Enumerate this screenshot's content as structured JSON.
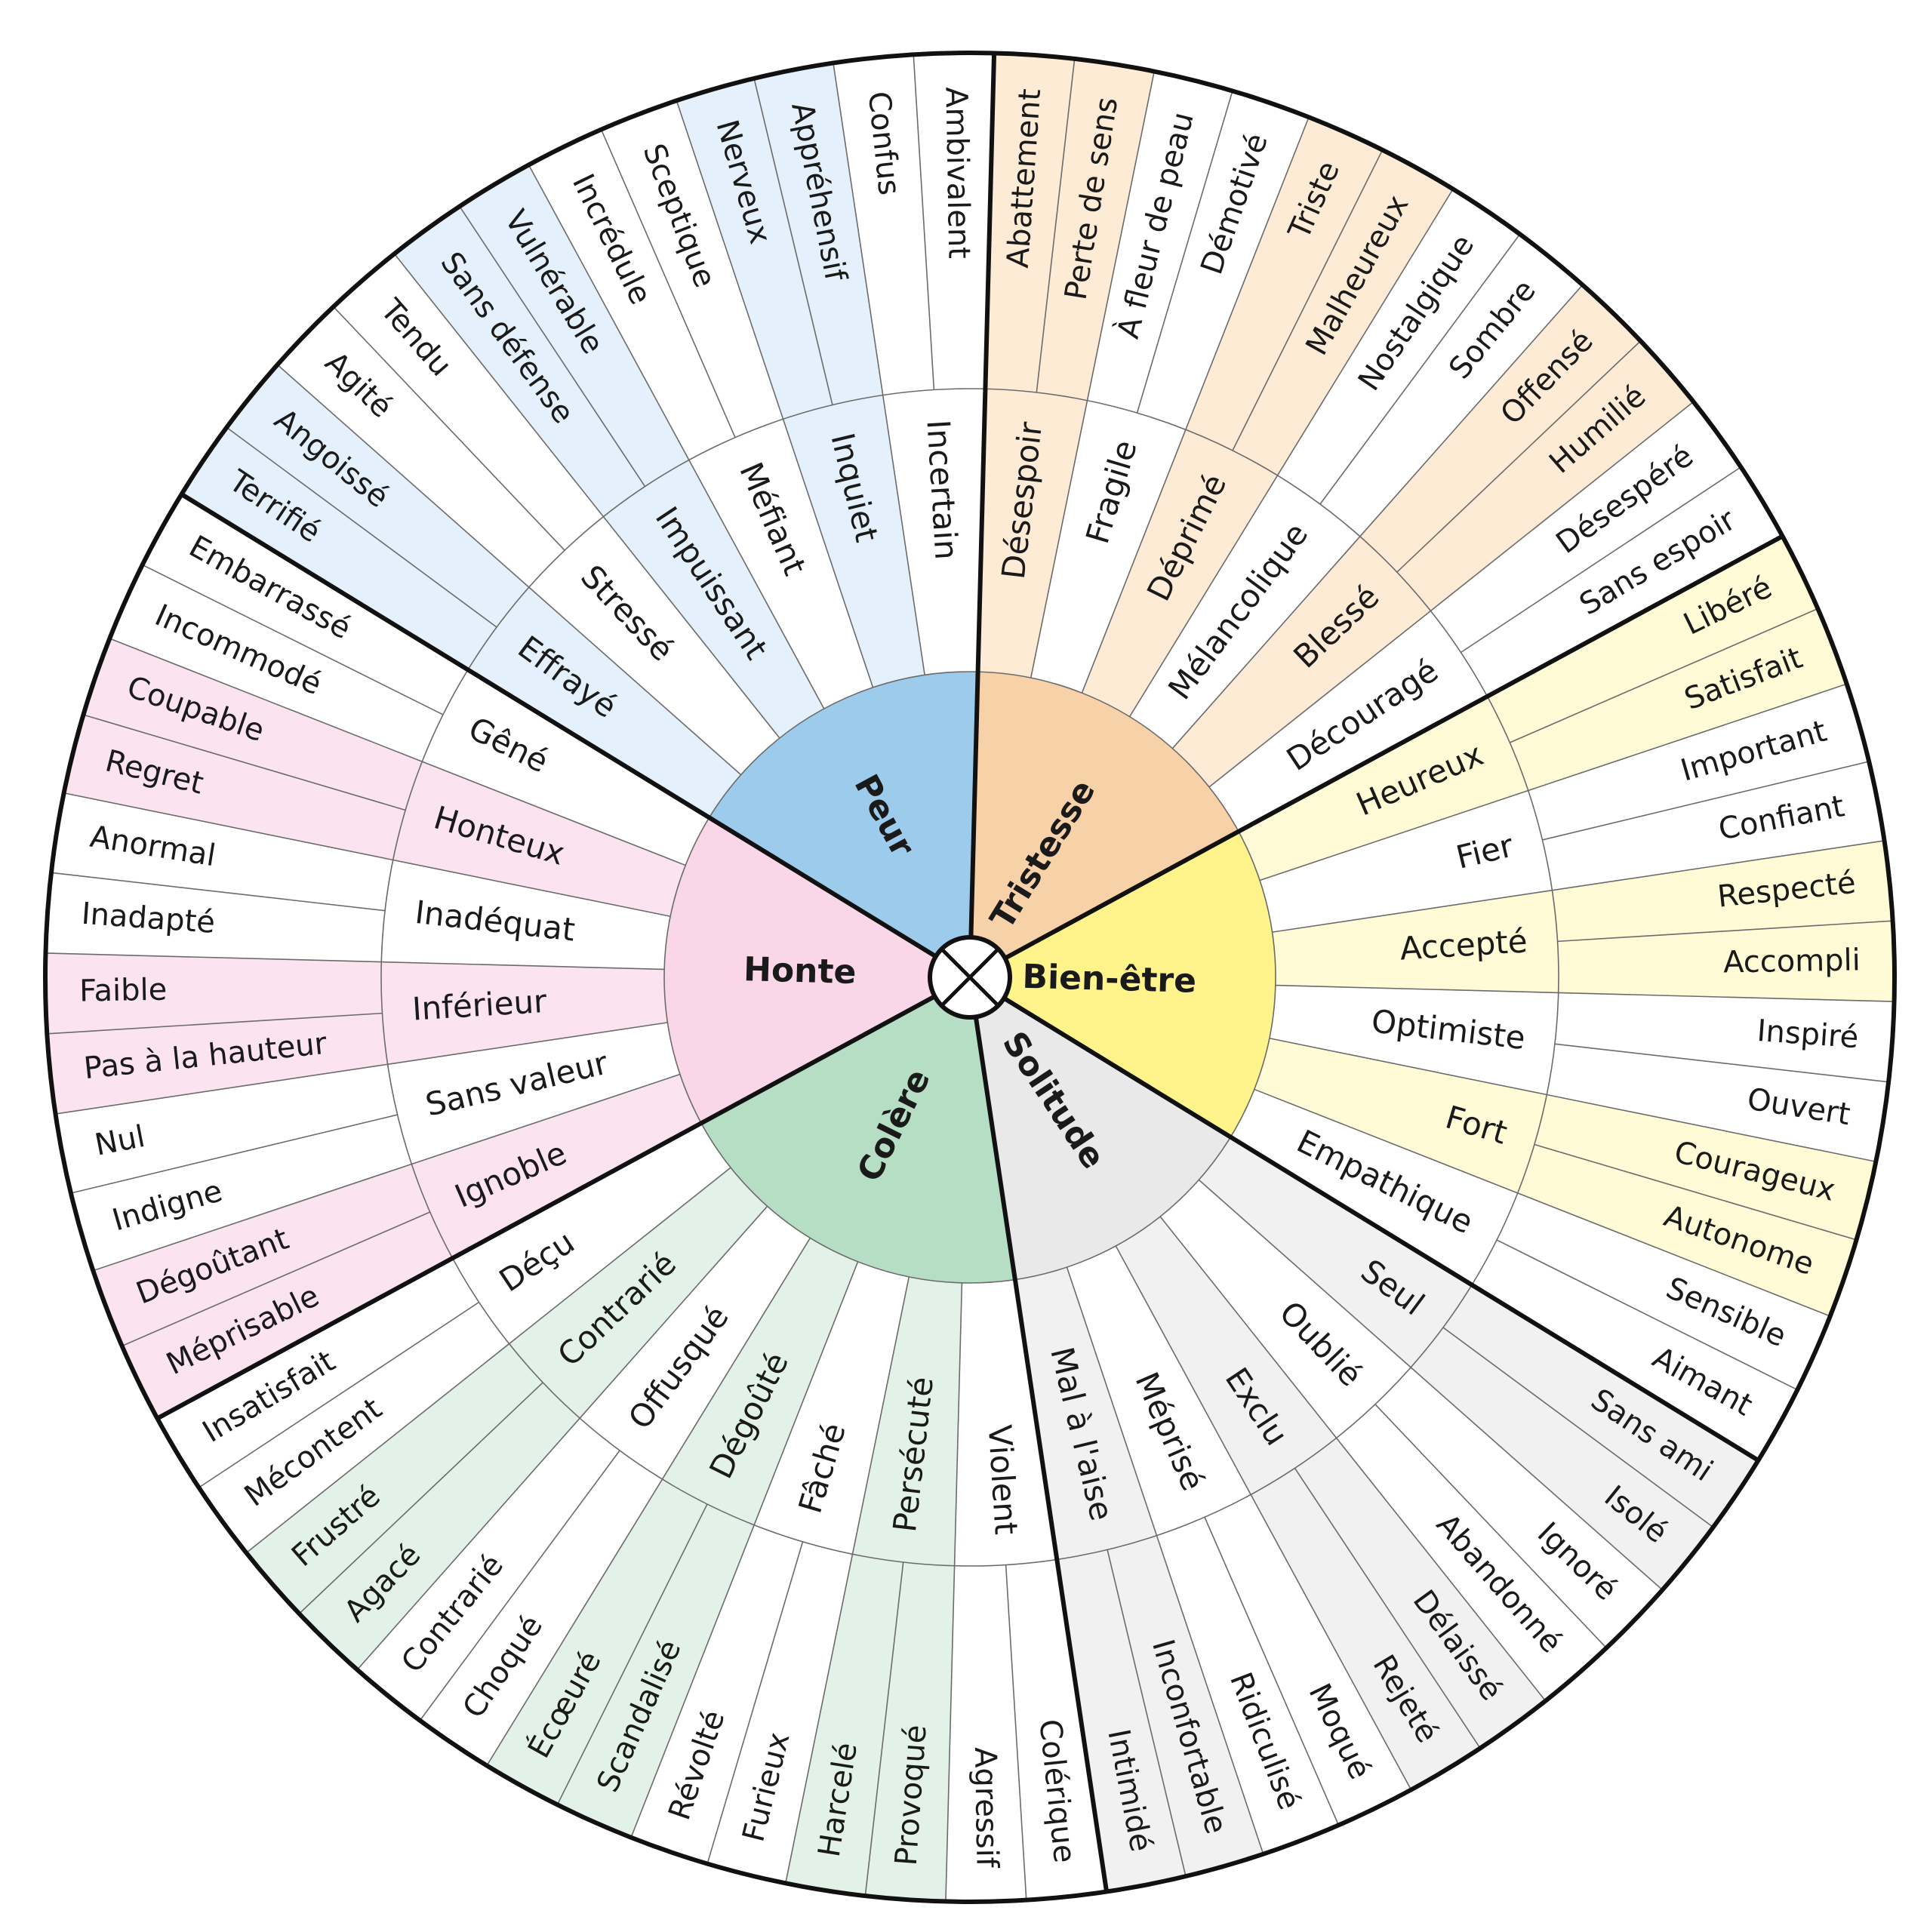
{
  "wheel": {
    "center_symbol": "circle-cross",
    "emotions": [
      {
        "name": "Peur",
        "color": "#9dcbec",
        "light": "#e4f0fb",
        "middle": [
          {
            "label": "Effrayé",
            "shaded": true,
            "outer": [
              {
                "label": "Terrifié",
                "shaded": true
              },
              {
                "label": "Angoissé",
                "shaded": true
              }
            ]
          },
          {
            "label": "Stressé",
            "shaded": false,
            "outer": [
              {
                "label": "Agité",
                "shaded": false
              },
              {
                "label": "Tendu",
                "shaded": false
              }
            ]
          },
          {
            "label": "Impuissant",
            "shaded": true,
            "outer": [
              {
                "label": "Sans défense",
                "shaded": true
              },
              {
                "label": "Vulnérable",
                "shaded": true
              }
            ]
          },
          {
            "label": "Méfiant",
            "shaded": false,
            "outer": [
              {
                "label": "Incrédule",
                "shaded": false
              },
              {
                "label": "Sceptique",
                "shaded": false
              }
            ]
          },
          {
            "label": "Inquiet",
            "shaded": true,
            "outer": [
              {
                "label": "Nerveux",
                "shaded": true
              },
              {
                "label": "Appréhensif",
                "shaded": true
              }
            ]
          },
          {
            "label": "Incertain",
            "shaded": false,
            "outer": [
              {
                "label": "Confus",
                "shaded": false
              },
              {
                "label": "Ambivalent",
                "shaded": false
              }
            ]
          }
        ]
      },
      {
        "name": "Tristesse",
        "color": "#f7d1a8",
        "light": "#fdebd6",
        "middle": [
          {
            "label": "Désespoir",
            "shaded": true,
            "outer": [
              {
                "label": "Abattement",
                "shaded": true
              },
              {
                "label": "Perte de sens",
                "shaded": true
              }
            ]
          },
          {
            "label": "Fragile",
            "shaded": false,
            "outer": [
              {
                "label": "À fleur de peau",
                "shaded": false
              },
              {
                "label": "Démotivé",
                "shaded": false
              }
            ]
          },
          {
            "label": "Déprimé",
            "shaded": true,
            "outer": [
              {
                "label": "Triste",
                "shaded": true
              },
              {
                "label": "Malheureux",
                "shaded": true
              }
            ]
          },
          {
            "label": "Mélancolique",
            "shaded": false,
            "outer": [
              {
                "label": "Nostalgique",
                "shaded": false
              },
              {
                "label": "Sombre",
                "shaded": false
              }
            ]
          },
          {
            "label": "Blessé",
            "shaded": true,
            "outer": [
              {
                "label": "Offensé",
                "shaded": true
              },
              {
                "label": "Humilié",
                "shaded": true
              }
            ]
          },
          {
            "label": "Découragé",
            "shaded": false,
            "outer": [
              {
                "label": "Désespéré",
                "shaded": false
              },
              {
                "label": "Sans espoir",
                "shaded": false
              }
            ]
          }
        ]
      },
      {
        "name": "Bien-être",
        "color": "#fff38c",
        "light": "#fffbd6",
        "middle": [
          {
            "label": "Heureux",
            "shaded": true,
            "outer": [
              {
                "label": "Libéré",
                "shaded": true
              },
              {
                "label": "Satisfait",
                "shaded": true
              }
            ]
          },
          {
            "label": "Fier",
            "shaded": false,
            "outer": [
              {
                "label": "Important",
                "shaded": false
              },
              {
                "label": "Confiant",
                "shaded": false
              }
            ]
          },
          {
            "label": "Accepté",
            "shaded": true,
            "outer": [
              {
                "label": "Respecté",
                "shaded": true
              },
              {
                "label": "Accompli",
                "shaded": true
              }
            ]
          },
          {
            "label": "Optimiste",
            "shaded": false,
            "outer": [
              {
                "label": "Inspiré",
                "shaded": false
              },
              {
                "label": "Ouvert",
                "shaded": false
              }
            ]
          },
          {
            "label": "Fort",
            "shaded": true,
            "outer": [
              {
                "label": "Courageux",
                "shaded": true
              },
              {
                "label": "Autonome",
                "shaded": true
              }
            ]
          },
          {
            "label": "Empathique",
            "shaded": false,
            "outer": [
              {
                "label": "Sensible",
                "shaded": false
              },
              {
                "label": "Aimant",
                "shaded": false
              }
            ]
          }
        ]
      },
      {
        "name": "Solitude",
        "color": "#e9e9e9",
        "light": "#f1f1f1",
        "middle": [
          {
            "label": "Seul",
            "shaded": true,
            "outer": [
              {
                "label": "Sans ami",
                "shaded": true
              },
              {
                "label": "Isolé",
                "shaded": true
              }
            ]
          },
          {
            "label": "Oublié",
            "shaded": false,
            "outer": [
              {
                "label": "Ignoré",
                "shaded": false
              },
              {
                "label": "Abandonné",
                "shaded": false
              }
            ]
          },
          {
            "label": "Exclu",
            "shaded": true,
            "outer": [
              {
                "label": "Délaissé",
                "shaded": true
              },
              {
                "label": "Rejeté",
                "shaded": true
              }
            ]
          },
          {
            "label": "Méprisé",
            "shaded": false,
            "outer": [
              {
                "label": "Moqué",
                "shaded": false
              },
              {
                "label": "Ridiculisé",
                "shaded": false
              }
            ]
          },
          {
            "label": "Mal à l'aise",
            "shaded": true,
            "outer": [
              {
                "label": "Inconfortable",
                "shaded": true
              },
              {
                "label": "Intimidé",
                "shaded": true
              }
            ]
          }
        ]
      },
      {
        "name": "Colère",
        "color": "#b5dec5",
        "light": "#e3f2e8",
        "middle": [
          {
            "label": "Violent",
            "shaded": false,
            "outer": [
              {
                "label": "Colérique",
                "shaded": false
              },
              {
                "label": "Agressif",
                "shaded": false
              }
            ]
          },
          {
            "label": "Persécuté",
            "shaded": true,
            "outer": [
              {
                "label": "Provoqué",
                "shaded": true
              },
              {
                "label": "Harcelé",
                "shaded": true
              }
            ]
          },
          {
            "label": "Fâché",
            "shaded": false,
            "outer": [
              {
                "label": "Furieux",
                "shaded": false
              },
              {
                "label": "Révolté",
                "shaded": false
              }
            ]
          },
          {
            "label": "Dégoûté",
            "shaded": true,
            "outer": [
              {
                "label": "Scandalisé",
                "shaded": true
              },
              {
                "label": "Écœuré",
                "shaded": true
              }
            ]
          },
          {
            "label": "Offusqué",
            "shaded": false,
            "outer": [
              {
                "label": "Choqué",
                "shaded": false
              },
              {
                "label": "Contrarié",
                "shaded": false
              }
            ]
          },
          {
            "label": "Contrarié",
            "shaded": true,
            "outer": [
              {
                "label": "Agacé",
                "shaded": true
              },
              {
                "label": "Frustré",
                "shaded": true
              }
            ]
          },
          {
            "label": "Déçu",
            "shaded": false,
            "outer": [
              {
                "label": "Mécontent",
                "shaded": false
              },
              {
                "label": "Insatisfait",
                "shaded": false
              }
            ]
          }
        ]
      },
      {
        "name": "Honte",
        "color": "#f9d7e8",
        "light": "#fbe4ef",
        "middle": [
          {
            "label": "Ignoble",
            "shaded": true,
            "outer": [
              {
                "label": "Méprisable",
                "shaded": true
              },
              {
                "label": "Dégoûtant",
                "shaded": true
              }
            ]
          },
          {
            "label": "Sans valeur",
            "shaded": false,
            "outer": [
              {
                "label": "Indigne",
                "shaded": false
              },
              {
                "label": "Nul",
                "shaded": false
              }
            ]
          },
          {
            "label": "Inférieur",
            "shaded": true,
            "outer": [
              {
                "label": "Pas à la hauteur",
                "shaded": true
              },
              {
                "label": "Faible",
                "shaded": true
              }
            ]
          },
          {
            "label": "Inadéquat",
            "shaded": false,
            "outer": [
              {
                "label": "Inadapté",
                "shaded": false
              },
              {
                "label": "Anormal",
                "shaded": false
              }
            ]
          },
          {
            "label": "Honteux",
            "shaded": true,
            "outer": [
              {
                "label": "Regret",
                "shaded": true
              },
              {
                "label": "Coupable",
                "shaded": true
              }
            ]
          },
          {
            "label": "Gêné",
            "shaded": false,
            "outer": [
              {
                "label": "Incommodé",
                "shaded": false
              },
              {
                "label": "Embarrassé",
                "shaded": false
              }
            ]
          }
        ]
      }
    ]
  }
}
